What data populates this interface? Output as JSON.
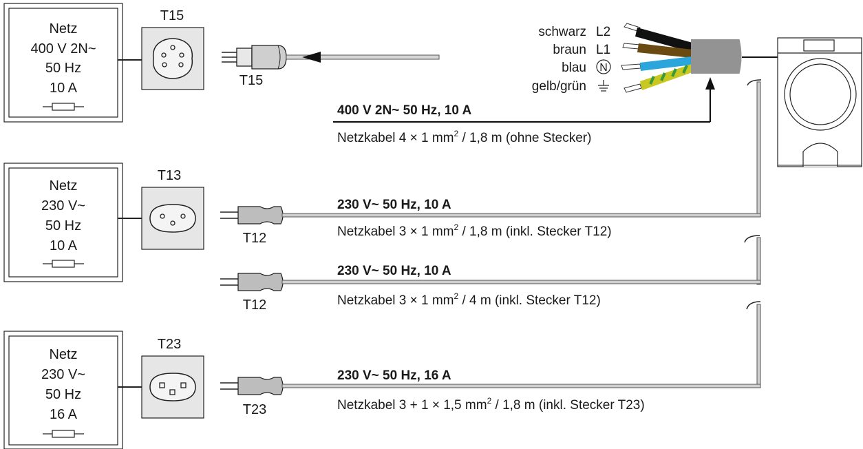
{
  "sources": [
    {
      "title": "Netz",
      "voltage": "400 V 2N~",
      "frequency": "50 Hz",
      "current": "10 A",
      "socket_label": "T15"
    },
    {
      "title": "Netz",
      "voltage": "230 V~",
      "frequency": "50 Hz",
      "current": "10 A",
      "socket_label": "T13"
    },
    {
      "title": "Netz",
      "voltage": "230 V~",
      "frequency": "50 Hz",
      "current": "16 A",
      "socket_label": "T23"
    }
  ],
  "plugs": [
    "T15",
    "T12",
    "T12",
    "T23"
  ],
  "cables": [
    {
      "rating": "400 V 2N~ 50 Hz, 10 A",
      "desc_pre": "Netzkabel 4 × 1 mm",
      "desc_sup": "2",
      "desc_post": " / 1,8 m (ohne Stecker)"
    },
    {
      "rating": "230 V~ 50 Hz, 10 A",
      "desc_pre": "Netzkabel 3 × 1 mm",
      "desc_sup": "2",
      "desc_post": " /  1,8 m (inkl. Stecker T12)"
    },
    {
      "rating": "230 V~ 50 Hz, 10 A",
      "desc_pre": "Netzkabel 3 × 1 mm",
      "desc_sup": "2",
      "desc_post": " /  4 m (inkl. Stecker T12)"
    },
    {
      "rating": "230 V~ 50 Hz, 16 A",
      "desc_pre": "Netzkabel 3 + 1 × 1,5 mm",
      "desc_sup": "2",
      "desc_post": " /  1,8 m (inkl. Stecker T23)"
    }
  ],
  "wires": [
    {
      "color_name": "schwarz",
      "code": "L2",
      "color": "#111111"
    },
    {
      "color_name": "braun",
      "code": "L1",
      "color": "#6b4a12"
    },
    {
      "color_name": "blau",
      "code": "N",
      "color": "#2aa6dc"
    },
    {
      "color_name": "gelb/grün",
      "code": "",
      "color": "#c8c820",
      "stripe": "#3a9a3a"
    }
  ]
}
